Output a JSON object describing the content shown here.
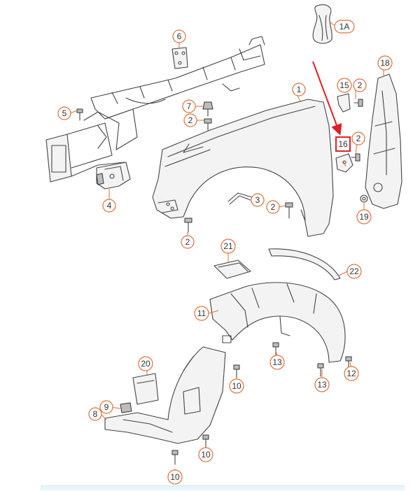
{
  "callouts": [
    {
      "id": "c-1",
      "label": "1"
    },
    {
      "id": "c-1a",
      "label": "1A"
    },
    {
      "id": "c-2a",
      "label": "2"
    },
    {
      "id": "c-2b",
      "label": "2"
    },
    {
      "id": "c-2c",
      "label": "2"
    },
    {
      "id": "c-2d",
      "label": "2"
    },
    {
      "id": "c-2e",
      "label": "2"
    },
    {
      "id": "c-3",
      "label": "3"
    },
    {
      "id": "c-4",
      "label": "4"
    },
    {
      "id": "c-5",
      "label": "5"
    },
    {
      "id": "c-6",
      "label": "6"
    },
    {
      "id": "c-7",
      "label": "7"
    },
    {
      "id": "c-8",
      "label": "8"
    },
    {
      "id": "c-9",
      "label": "9"
    },
    {
      "id": "c-10a",
      "label": "10"
    },
    {
      "id": "c-10b",
      "label": "10"
    },
    {
      "id": "c-10c",
      "label": "10"
    },
    {
      "id": "c-11",
      "label": "11"
    },
    {
      "id": "c-12",
      "label": "12"
    },
    {
      "id": "c-13a",
      "label": "13"
    },
    {
      "id": "c-13b",
      "label": "13"
    },
    {
      "id": "c-15",
      "label": "15"
    },
    {
      "id": "c-16",
      "label": "16"
    },
    {
      "id": "c-18",
      "label": "18"
    },
    {
      "id": "c-19",
      "label": "19"
    },
    {
      "id": "c-20",
      "label": "20"
    },
    {
      "id": "c-21",
      "label": "21"
    },
    {
      "id": "c-22",
      "label": "22"
    }
  ],
  "highlight": {
    "target_label": "16",
    "color": "#e02020"
  }
}
